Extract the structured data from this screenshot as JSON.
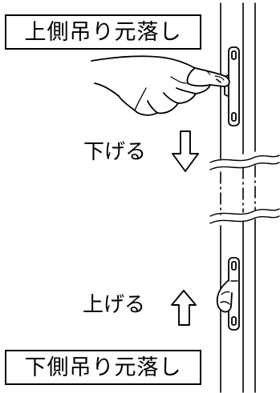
{
  "labels": {
    "top_title": "上側吊り元落し",
    "bottom_title": "下側吊り元落し",
    "lower_action": "下げる",
    "raise_action": "上げる"
  },
  "icons": {
    "lower_arrow": "arrow-down-outline-icon",
    "raise_arrow": "arrow-up-outline-icon",
    "hand": "pointing-hand-icon"
  },
  "colors": {
    "line": "#000000",
    "background": "#ffffff"
  }
}
